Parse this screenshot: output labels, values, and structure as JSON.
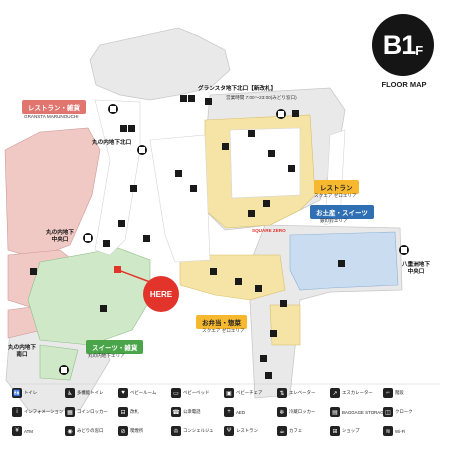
{
  "header": {
    "floor_number": "B1",
    "floor_suffix": "F",
    "floor_map_label": "FLOOR MAP"
  },
  "places": {
    "gransta_north_gate": "グランスタ地下北口【新改札】",
    "gransta_north_gate_hours": "営業時間 7:00～23:00(みどり窓口)",
    "marunouchi_north_gate": "丸の内地下北口",
    "marunouchi_central_gate": "丸の内地下\n中央口",
    "marunouchi_south_gate": "丸の内地下\n南口",
    "yaesu_central_gate": "八重洲地下\n中央口",
    "square_zero": "SQUARE ZERO"
  },
  "areas": [
    {
      "key": "restaurant_marunouchi",
      "label": "レストラン・雑貨",
      "sub": "GRANSTA MARUNOUCHI",
      "color": "#e0766f"
    },
    {
      "key": "restaurant",
      "label": "レストラン",
      "sub": "スクエア ゼロエリア",
      "color": "#f5b82e"
    },
    {
      "key": "souvenir",
      "label": "お土産・スイーツ",
      "sub": "銀の鈴エリア",
      "color": "#2f6fb4"
    },
    {
      "key": "bento",
      "label": "お弁当・惣菜",
      "sub": "スクエア ゼロエリア",
      "color": "#f5b82e"
    },
    {
      "key": "sweets",
      "label": "スイーツ・雑貨",
      "sub": "丸の内地下エリア",
      "color": "#4aa54a"
    }
  ],
  "here_label": "HERE",
  "legend": [
    {
      "icon": "toilet-icon",
      "glyph": "🚻",
      "label": "トイレ"
    },
    {
      "icon": "multipurpose-toilet-icon",
      "glyph": "♿",
      "label": "多機能トイレ"
    },
    {
      "icon": "baby-room-icon",
      "glyph": "♥",
      "label": "ベビールーム"
    },
    {
      "icon": "baby-bed-icon",
      "glyph": "▭",
      "label": "ベビーベッド"
    },
    {
      "icon": "baby-chair-icon",
      "glyph": "▣",
      "label": "ベビーチェア"
    },
    {
      "icon": "elevator-icon",
      "glyph": "⇅",
      "label": "エレベーター"
    },
    {
      "icon": "escalator-icon",
      "glyph": "↗",
      "label": "エスカレーター"
    },
    {
      "icon": "stairs-icon",
      "glyph": "⌐",
      "label": "階段"
    },
    {
      "icon": "info-icon",
      "glyph": "i",
      "label": "インフォメーション"
    },
    {
      "icon": "coin-locker-icon",
      "glyph": "▦",
      "label": "コインロッカー"
    },
    {
      "icon": "ticket-gate-icon",
      "glyph": "⊟",
      "label": "改札"
    },
    {
      "icon": "phone-icon",
      "glyph": "☎",
      "label": "公衆電話"
    },
    {
      "icon": "aed-icon",
      "glyph": "+",
      "label": "AED"
    },
    {
      "icon": "fridge-icon",
      "glyph": "❄",
      "label": "冷蔵ロッカー"
    },
    {
      "icon": "baggage-icon",
      "glyph": "▤",
      "label": "BAGGAGE STORAGE"
    },
    {
      "icon": "cloak-icon",
      "glyph": "◫",
      "label": "クローク"
    },
    {
      "icon": "atm-icon",
      "glyph": "¥",
      "label": "ATM"
    },
    {
      "icon": "green-window-icon",
      "glyph": "◉",
      "label": "みどりの窓口"
    },
    {
      "icon": "smoking-icon",
      "glyph": "⊘",
      "label": "喫煙所"
    },
    {
      "icon": "concierge-icon",
      "glyph": "♔",
      "label": "コンシェルジュ"
    },
    {
      "icon": "restaurant-icon",
      "glyph": "Ψ",
      "label": "レストラン"
    },
    {
      "icon": "cafe-icon",
      "glyph": "☕",
      "label": "カフェ"
    },
    {
      "icon": "shop-icon",
      "glyph": "⊞",
      "label": "ショップ"
    },
    {
      "icon": "wifi-icon",
      "glyph": "≋",
      "label": "Wi-Fi"
    }
  ]
}
